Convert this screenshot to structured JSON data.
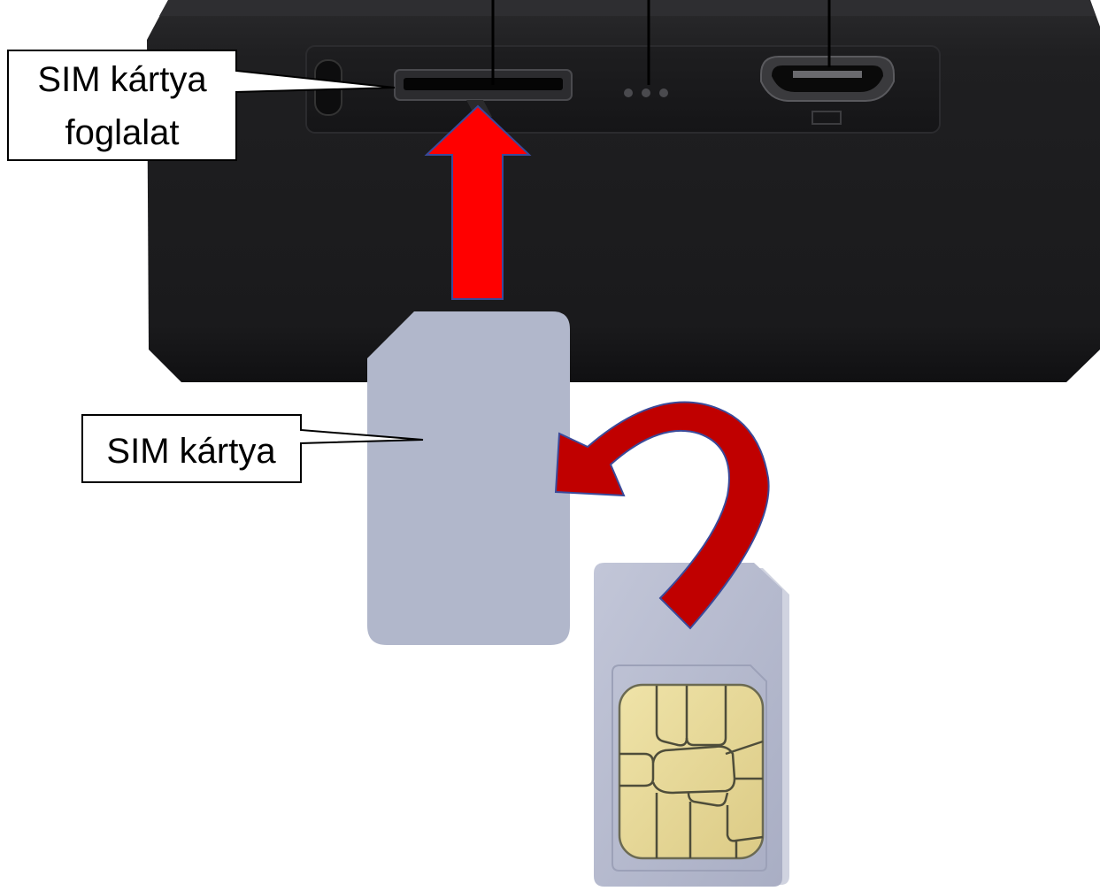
{
  "callouts": {
    "slot_label_line1": "SIM kártya",
    "slot_label_line2": "foglalat",
    "card_label": "SIM kártya"
  },
  "icons": {
    "device": "gps-tracker-device",
    "slot": "sim-card-slot",
    "usb_port": "micro-usb-port",
    "insert_arrow": "up-arrow-icon",
    "flip_arrow": "curved-flip-arrow-icon",
    "card_back": "sim-card-back",
    "card_front": "sim-card-with-chip"
  },
  "colors": {
    "device_body": "#1c1c1e",
    "arrow_red": "#ff0000",
    "arrow_dark_red": "#c00000",
    "arrow_outline": "#3a4a9a",
    "sim_back": "#b1b7cb",
    "sim_front": "#b9bdd0",
    "chip_gold": "#e6d79a"
  }
}
